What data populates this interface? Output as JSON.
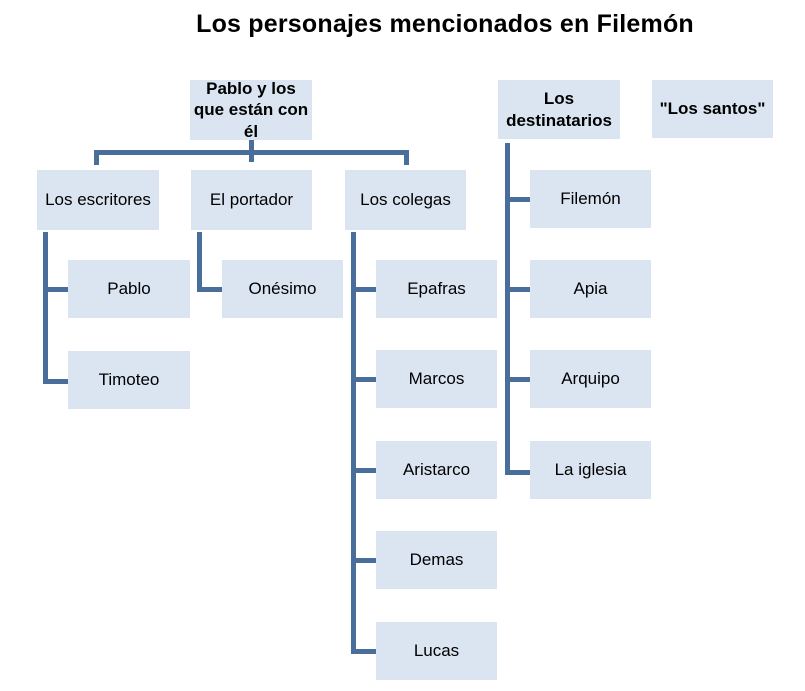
{
  "title": "Los personajes mencionados en Filemón",
  "root": "Pablo y los que están con él",
  "groups": {
    "escritores": "Los escritores",
    "portador": "El portador",
    "colegas": "Los colegas"
  },
  "escritores_items": [
    "Pablo",
    "Timoteo"
  ],
  "portador_items": [
    "Onésimo"
  ],
  "colegas_items": [
    "Epafras",
    "Marcos",
    "Aristarco",
    "Demas",
    "Lucas"
  ],
  "destinatarios": {
    "heading": "Los destinatarios",
    "items": [
      "Filemón",
      "Apia",
      "Arquipo",
      "La iglesia"
    ]
  },
  "santos": "\"Los santos\"",
  "colors": {
    "box_fill": "#dbe5f1",
    "connector": "#4a6e9c"
  }
}
